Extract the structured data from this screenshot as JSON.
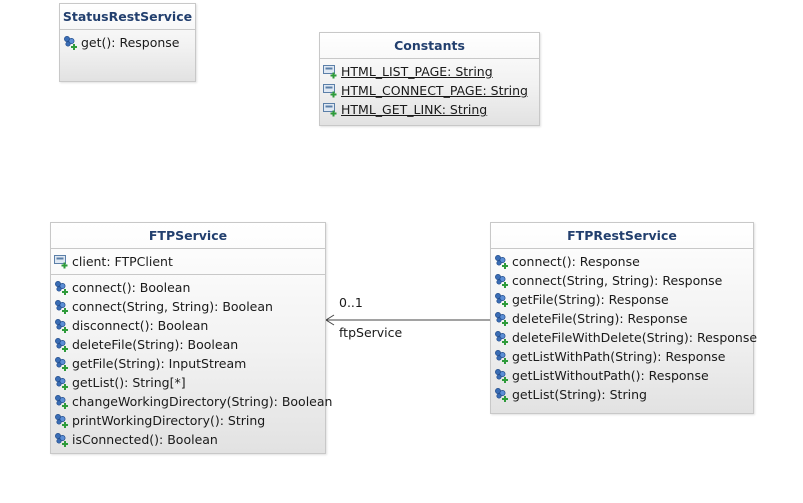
{
  "classes": {
    "status_rest_service": {
      "name": "StatusRestService",
      "operations": [
        "get(): Response"
      ]
    },
    "constants": {
      "name": "Constants",
      "attributes": [
        "HTML_LIST_PAGE: String",
        "HTML_CONNECT_PAGE: String",
        "HTML_GET_LINK: String"
      ]
    },
    "ftp_service": {
      "name": "FTPService",
      "attributes": [
        "client: FTPClient"
      ],
      "operations": [
        "connect(): Boolean",
        "connect(String, String): Boolean",
        "disconnect(): Boolean",
        "deleteFile(String): Boolean",
        "getFile(String): InputStream",
        "getList(): String[*]",
        "changeWorkingDirectory(String): Boolean",
        "printWorkingDirectory(): String",
        "isConnected(): Boolean"
      ]
    },
    "ftp_rest_service": {
      "name": "FTPRestService",
      "operations": [
        "connect(): Response",
        "connect(String, String): Response",
        "getFile(String): Response",
        "deleteFile(String): Response",
        "deleteFileWithDelete(String): Response",
        "getListWithPath(String): Response",
        "getListWithoutPath(): Response",
        "getList(String): String"
      ]
    }
  },
  "association": {
    "multiplicity": "0..1",
    "role": "ftpService"
  },
  "colors": {
    "title": "#223f6e",
    "border": "#c8c8c8",
    "operation_icon": "#3a6db5",
    "attribute_icon": "#5b7fa8",
    "plus_badge": "#2e9b3a"
  },
  "icons": {
    "attribute": "public-attribute-icon",
    "operation": "public-operation-icon"
  }
}
